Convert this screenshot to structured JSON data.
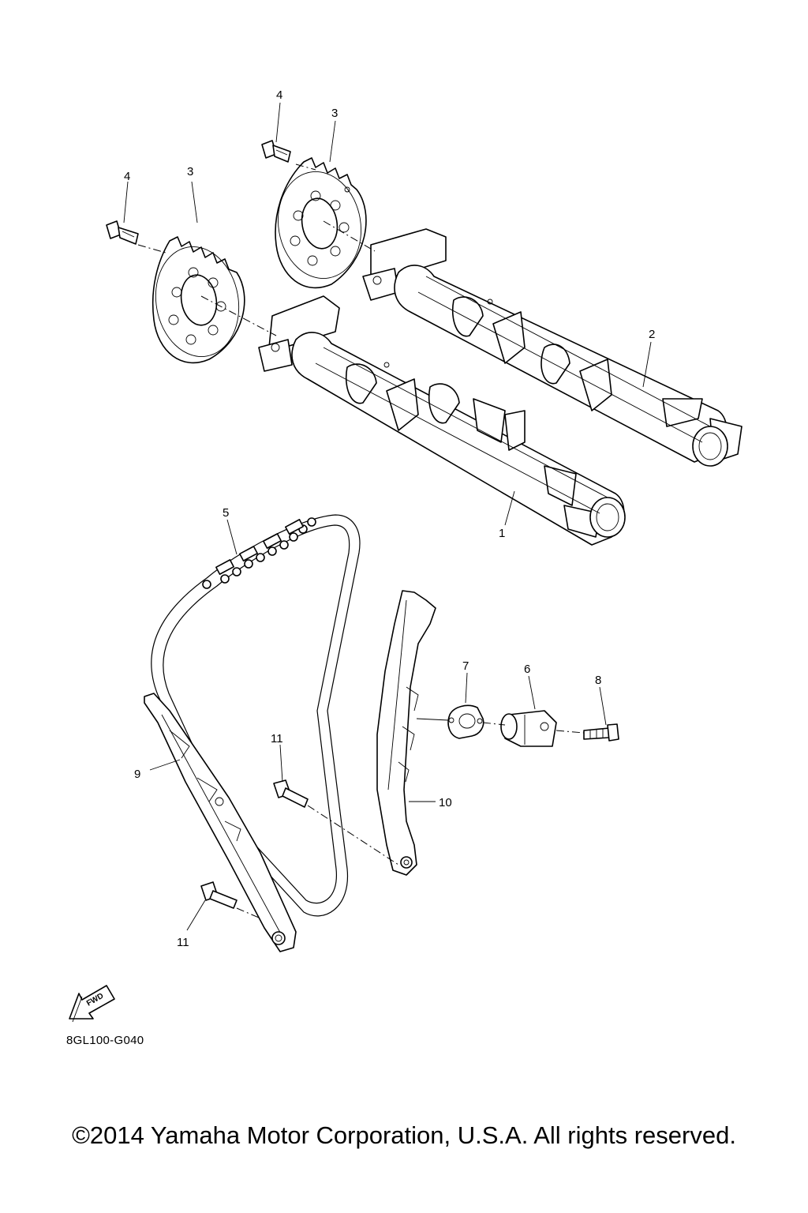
{
  "diagram": {
    "callouts": {
      "c1": "1",
      "c2": "2",
      "c3a": "3",
      "c3b": "3",
      "c4a": "4",
      "c4b": "4",
      "c5": "5",
      "c6": "6",
      "c7": "7",
      "c8": "8",
      "c9": "9",
      "c10": "10",
      "c11a": "11",
      "c11b": "11"
    },
    "fwd_label": "FWD",
    "diagram_code": "8GL100-G040"
  },
  "footer": {
    "copyright": "©2014 Yamaha Motor Corporation, U.S.A. All rights reserved."
  }
}
